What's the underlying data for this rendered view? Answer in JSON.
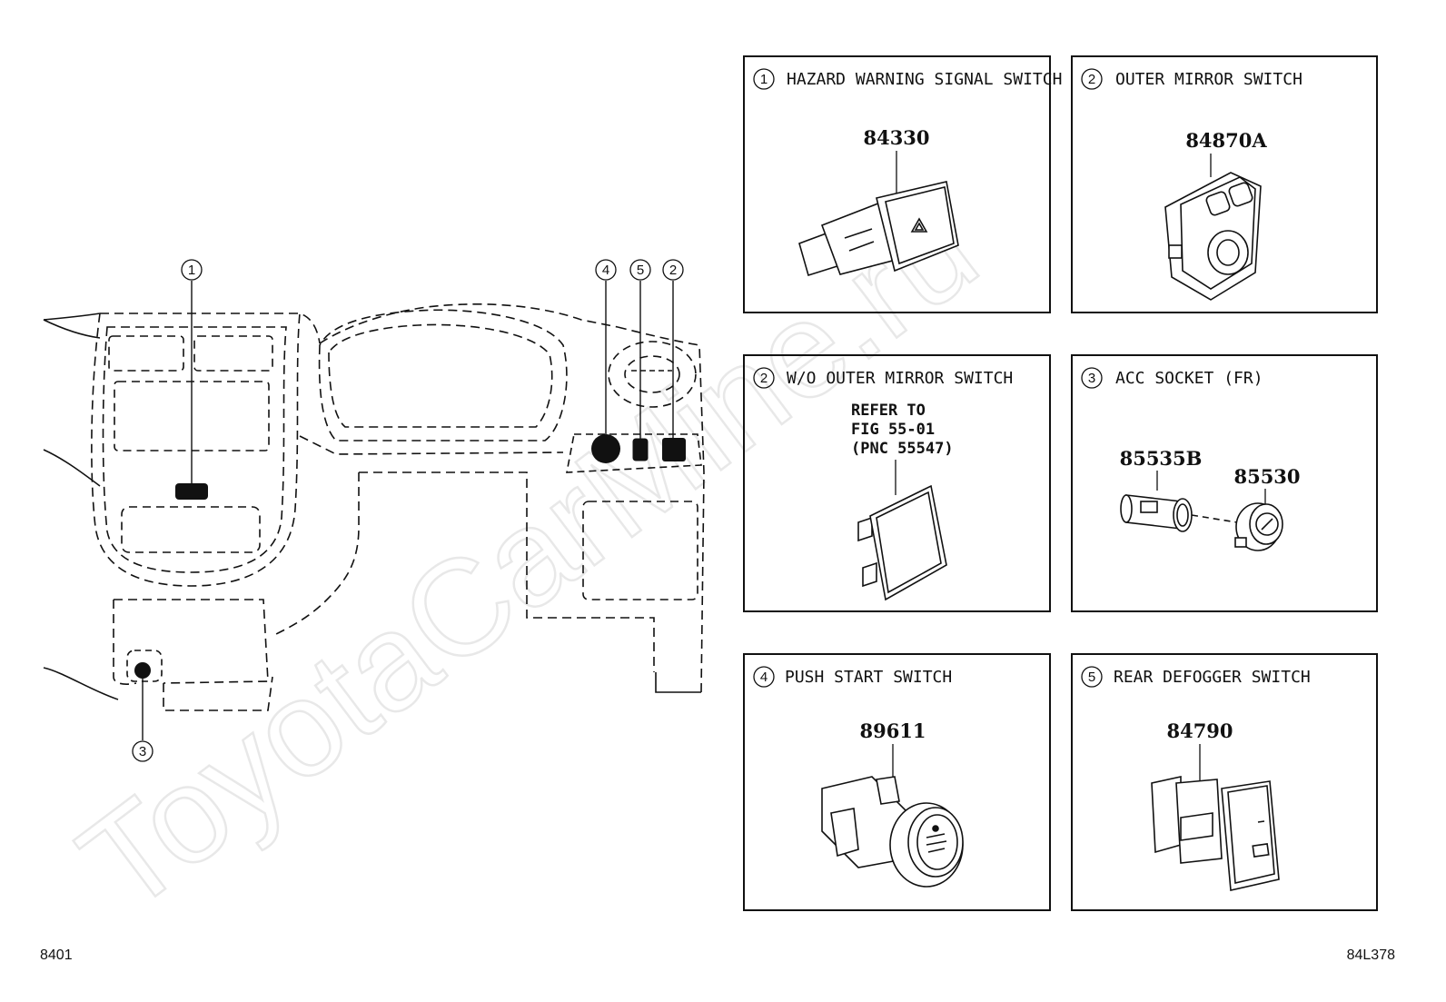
{
  "watermark": "ToyotaCarMine.ru",
  "figure_code": "8401",
  "illustration_code": "84L378",
  "callouts": {
    "c1": "1",
    "c2": "2",
    "c3": "3",
    "c4": "4",
    "c5": "5"
  },
  "panels": [
    {
      "num": "1",
      "title": "HAZARD WARNING SIGNAL SWITCH",
      "parts": [
        "84330"
      ]
    },
    {
      "num": "2",
      "title": "OUTER MIRROR SWITCH",
      "parts": [
        "84870A"
      ]
    },
    {
      "num": "2",
      "title": "W/O OUTER MIRROR SWITCH",
      "parts": [],
      "refer": [
        "REFER TO",
        "FIG 55-01",
        "(PNC 55547)"
      ]
    },
    {
      "num": "3",
      "title": "ACC SOCKET (FR)",
      "parts": [
        "85535B",
        "85530"
      ]
    },
    {
      "num": "4",
      "title": "PUSH START SWITCH",
      "parts": [
        "89611"
      ]
    },
    {
      "num": "5",
      "title": "REAR DEFOGGER SWITCH",
      "parts": [
        "84790"
      ]
    }
  ],
  "colors": {
    "line": "#111111",
    "watermark": "#e8e8e8",
    "background": "#ffffff"
  }
}
